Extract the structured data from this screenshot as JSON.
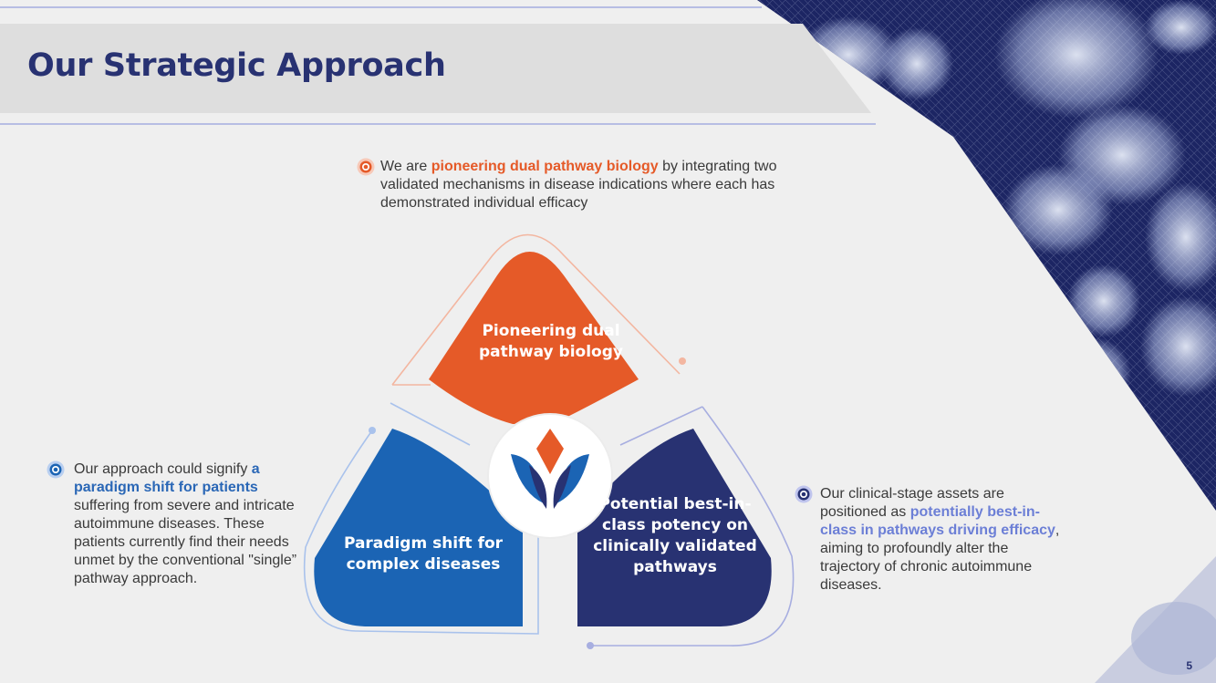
{
  "title": "Our Strategic Approach",
  "top_callout": {
    "pre": "We are ",
    "highlight": "pioneering dual pathway biology",
    "post": " by integrating two validated mechanisms in disease indications where each has demonstrated individual efficacy"
  },
  "left_callout": {
    "pre": "Our approach could signify ",
    "highlight": "a paradigm shift for patients",
    "post": " suffering from severe and intricate autoimmune diseases. These patients currently find their needs unmet by the conventional \"single” pathway approach."
  },
  "right_callout": {
    "pre": "Our clinical-stage assets are positioned as ",
    "highlight": "potentially best-in-class in pathways driving efficacy",
    "post": ", aiming to profoundly alter the trajectory of chronic autoimmune diseases."
  },
  "petals": {
    "top": "Pioneering dual pathway biology",
    "left": "Paradigm shift for complex diseases",
    "right": "Potential best-in-class potency on clinically validated pathways"
  },
  "page_number": "5",
  "colors": {
    "title": "#283272",
    "orange": "#e55a28",
    "blue": "#1b64b4",
    "navy": "#283272",
    "violet": "#6c7fd6",
    "background": "#efefef"
  },
  "icons": {
    "bullet": "target-circle-icon",
    "logo": "company-logo"
  }
}
